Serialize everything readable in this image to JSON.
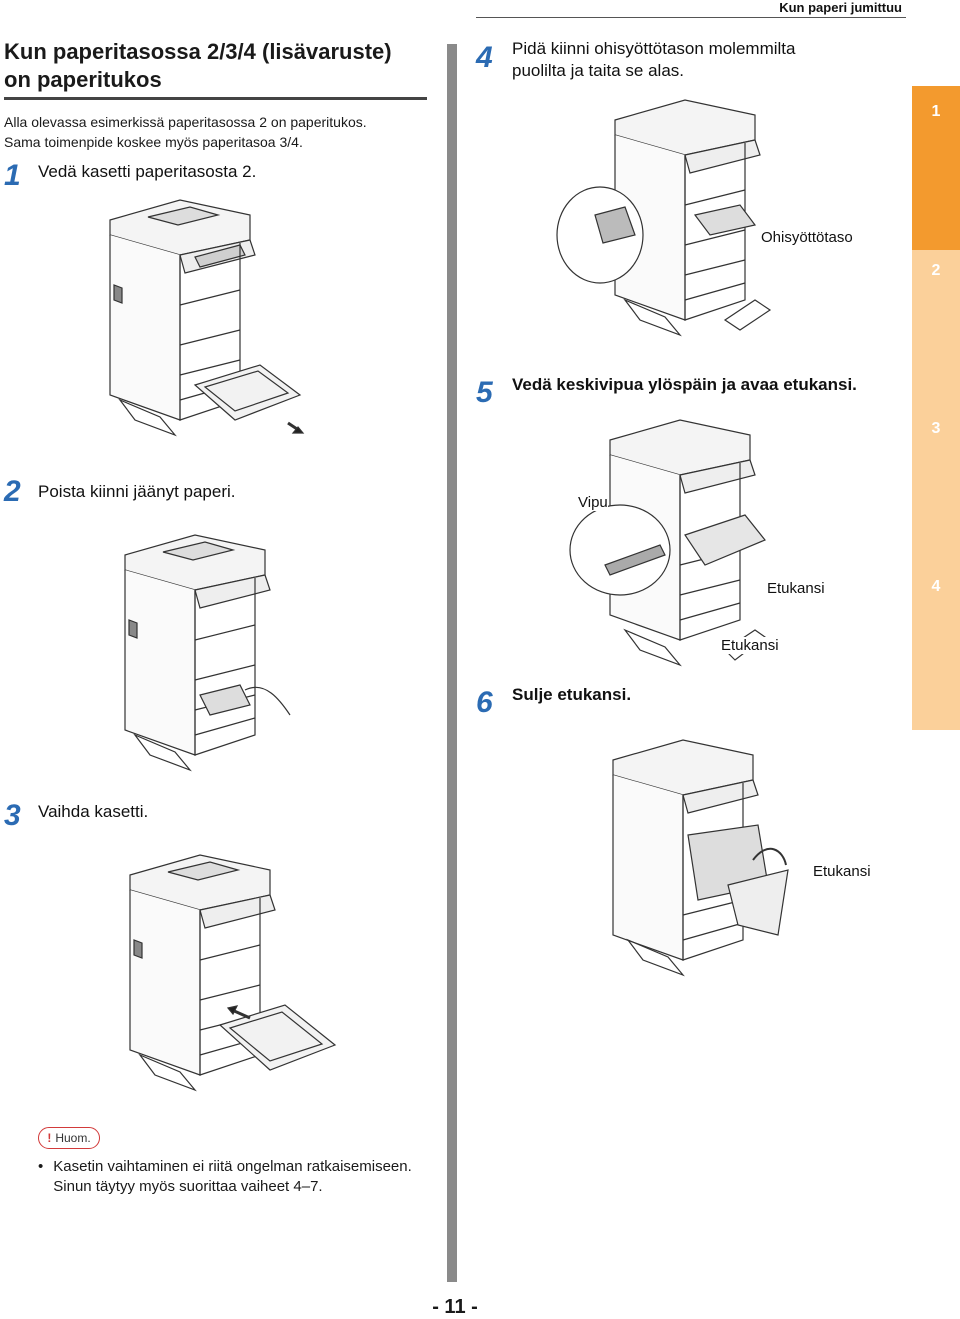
{
  "header": {
    "section": "Kun paperi jumittuu"
  },
  "title": "Kun paperitasossa 2/3/4 (lisävaruste) on paperitukos",
  "intro": [
    "Alla olevassa esimerkissä paperitasossa 2 on paperitukos.",
    "Sama toimenpide koskee myös paperitasoa 3/4."
  ],
  "steps": [
    {
      "num": "1",
      "text": "Vedä kasetti paperitasosta 2."
    },
    {
      "num": "2",
      "text": "Poista kiinni jäänyt paperi."
    },
    {
      "num": "3",
      "text": "Vaihda kasetti."
    },
    {
      "num": "4",
      "text_line1": "Pidä kiinni ohisyöttötason molemmilta",
      "text_line2": "puolilta ja taita se alas."
    },
    {
      "num": "5",
      "text": "Vedä keskivipua ylöspäin ja avaa etukansi."
    },
    {
      "num": "6",
      "text": "Sulje etukansi."
    }
  ],
  "labels": {
    "bypass": "Ohisyöttötaso",
    "lever": "Vipu",
    "front_cover_1": "Etukansi",
    "front_cover_2": "Etukansi",
    "front_cover_3": "Etukansi"
  },
  "note": {
    "badge": "Huom.",
    "bullet": "•",
    "line1": "Kasetin vaihtaminen ei riitä ongelman ratkaisemiseen.",
    "line2": "Sinun täytyy myös suorittaa vaiheet 4–7."
  },
  "side_tabs": [
    "1",
    "2",
    "3",
    "4"
  ],
  "colors": {
    "accent_tab": "#f39a2e",
    "inactive_tab": "#fbd09a",
    "step_number": "#2b6bb3"
  },
  "page_number": "- 11 -"
}
